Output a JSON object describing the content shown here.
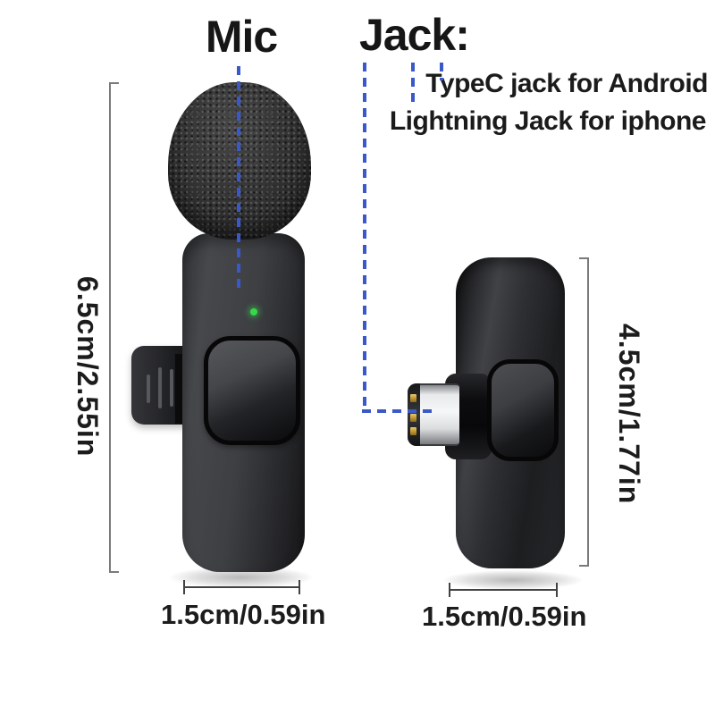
{
  "scene": {
    "background": "#ffffff"
  },
  "titles": {
    "mic": "Mic",
    "jack": "Jack:"
  },
  "jack_notes": {
    "line1": "TypeC jack for Android",
    "line2": "Lightning Jack for iphone"
  },
  "dimension_labels": {
    "mic_height": "6.5cm/2.55in",
    "mic_width": "1.5cm/0.59in",
    "receiver_height": "4.5cm/1.77in",
    "receiver_width": "1.5cm/0.59in"
  },
  "devices": {
    "microphone": "clip-on wireless microphone with foam windscreen",
    "receiver": "USB-C receiver dongle"
  },
  "indicators": {
    "mic_led": "green power LED"
  },
  "colors": {
    "annotation_blue": "#3a58c8",
    "bracket_gray": "#7a7a7a",
    "dimension_line_dark": "#424242",
    "text_black": "#1b1b1b",
    "led_green": "#35d946",
    "device_black": "#1d1e20"
  }
}
